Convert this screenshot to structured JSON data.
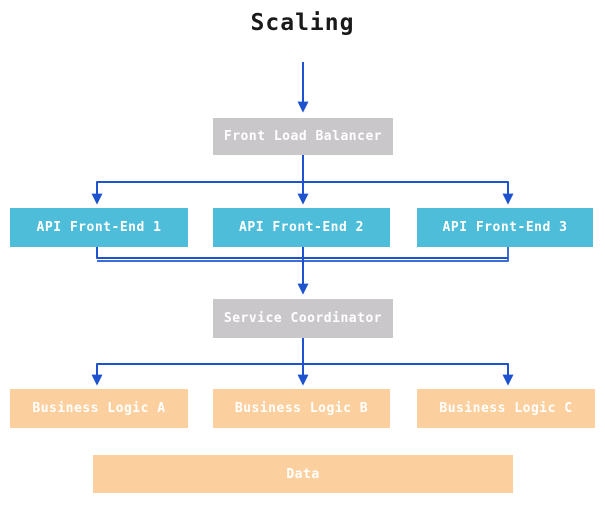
{
  "diagram": {
    "title": "Scaling",
    "nodes": {
      "front_load_balancer": {
        "label": "Front Load Balancer",
        "type": "gray"
      },
      "api_front_end_1": {
        "label": "API Front-End 1",
        "type": "blue"
      },
      "api_front_end_2": {
        "label": "API Front-End 2",
        "type": "blue"
      },
      "api_front_end_3": {
        "label": "API Front-End 3",
        "type": "blue"
      },
      "service_coordinator": {
        "label": "Service Coordinator",
        "type": "gray"
      },
      "business_logic_a": {
        "label": "Business Logic A",
        "type": "orange"
      },
      "business_logic_b": {
        "label": "Business Logic B",
        "type": "orange"
      },
      "business_logic_c": {
        "label": "Business Logic C",
        "type": "orange"
      },
      "data": {
        "label": "Data",
        "type": "orange"
      }
    },
    "edges": [
      {
        "from": "start",
        "to": "Front Load Balancer"
      },
      {
        "from": "Front Load Balancer",
        "to": "API Front-End 1"
      },
      {
        "from": "Front Load Balancer",
        "to": "API Front-End 2"
      },
      {
        "from": "Front Load Balancer",
        "to": "API Front-End 3"
      },
      {
        "from": "API Front-End 1",
        "to": "Service Coordinator"
      },
      {
        "from": "API Front-End 2",
        "to": "Service Coordinator"
      },
      {
        "from": "API Front-End 3",
        "to": "Service Coordinator"
      },
      {
        "from": "Service Coordinator",
        "to": "Business Logic A"
      },
      {
        "from": "Service Coordinator",
        "to": "Business Logic B"
      },
      {
        "from": "Service Coordinator",
        "to": "Business Logic C"
      }
    ],
    "colors": {
      "node_blue": "#4dbdda",
      "node_gray": "#c9c7ca",
      "node_orange": "#fbd09e",
      "edge_blue": "#1d53cf",
      "title_text": "#1a1a1a",
      "node_label_text": "#ffffff"
    }
  }
}
